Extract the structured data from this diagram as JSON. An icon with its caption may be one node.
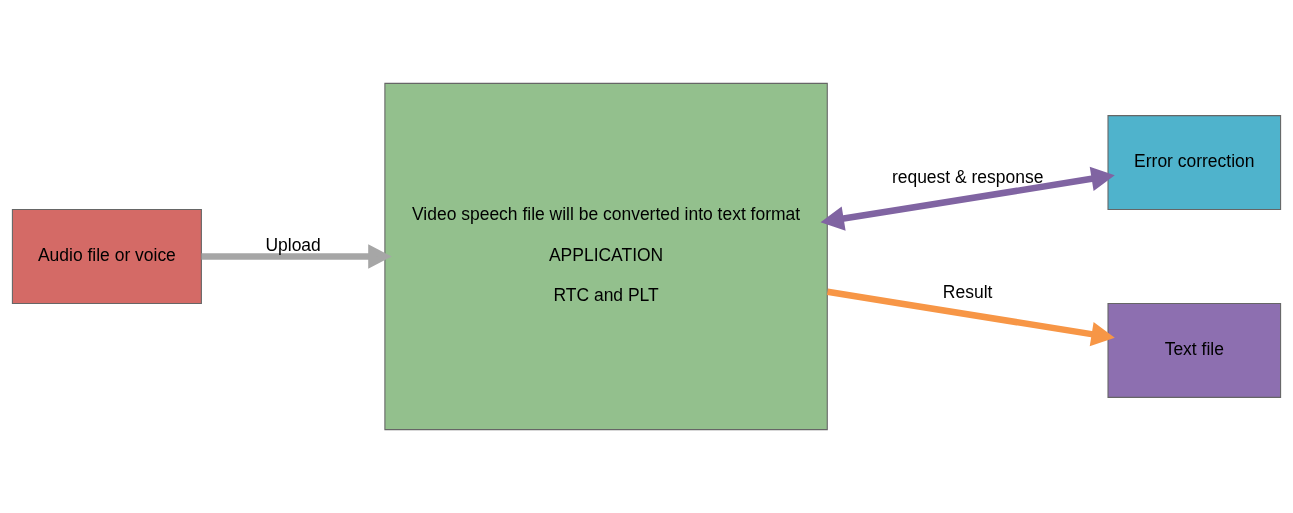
{
  "diagram": {
    "nodes": [
      {
        "text": [
          "Audio file or voice"
        ]
      },
      {
        "text": [
          "Video speech file will be converted into text format",
          "APPLICATION",
          "RTC and PLT"
        ]
      },
      {
        "text": [
          "Error correction"
        ]
      },
      {
        "text": [
          "Text file"
        ]
      }
    ],
    "edges": [
      {
        "from": 0,
        "to": 1,
        "arrow": "to",
        "label": "Upload",
        "color": "#a6a6a6"
      },
      {
        "from": 1,
        "to": 2,
        "arrow": "both",
        "label": "request & response",
        "color": "#8064a2"
      },
      {
        "from": 1,
        "to": 3,
        "arrow": "to",
        "label": "Result",
        "color": "#f79646"
      }
    ]
  }
}
